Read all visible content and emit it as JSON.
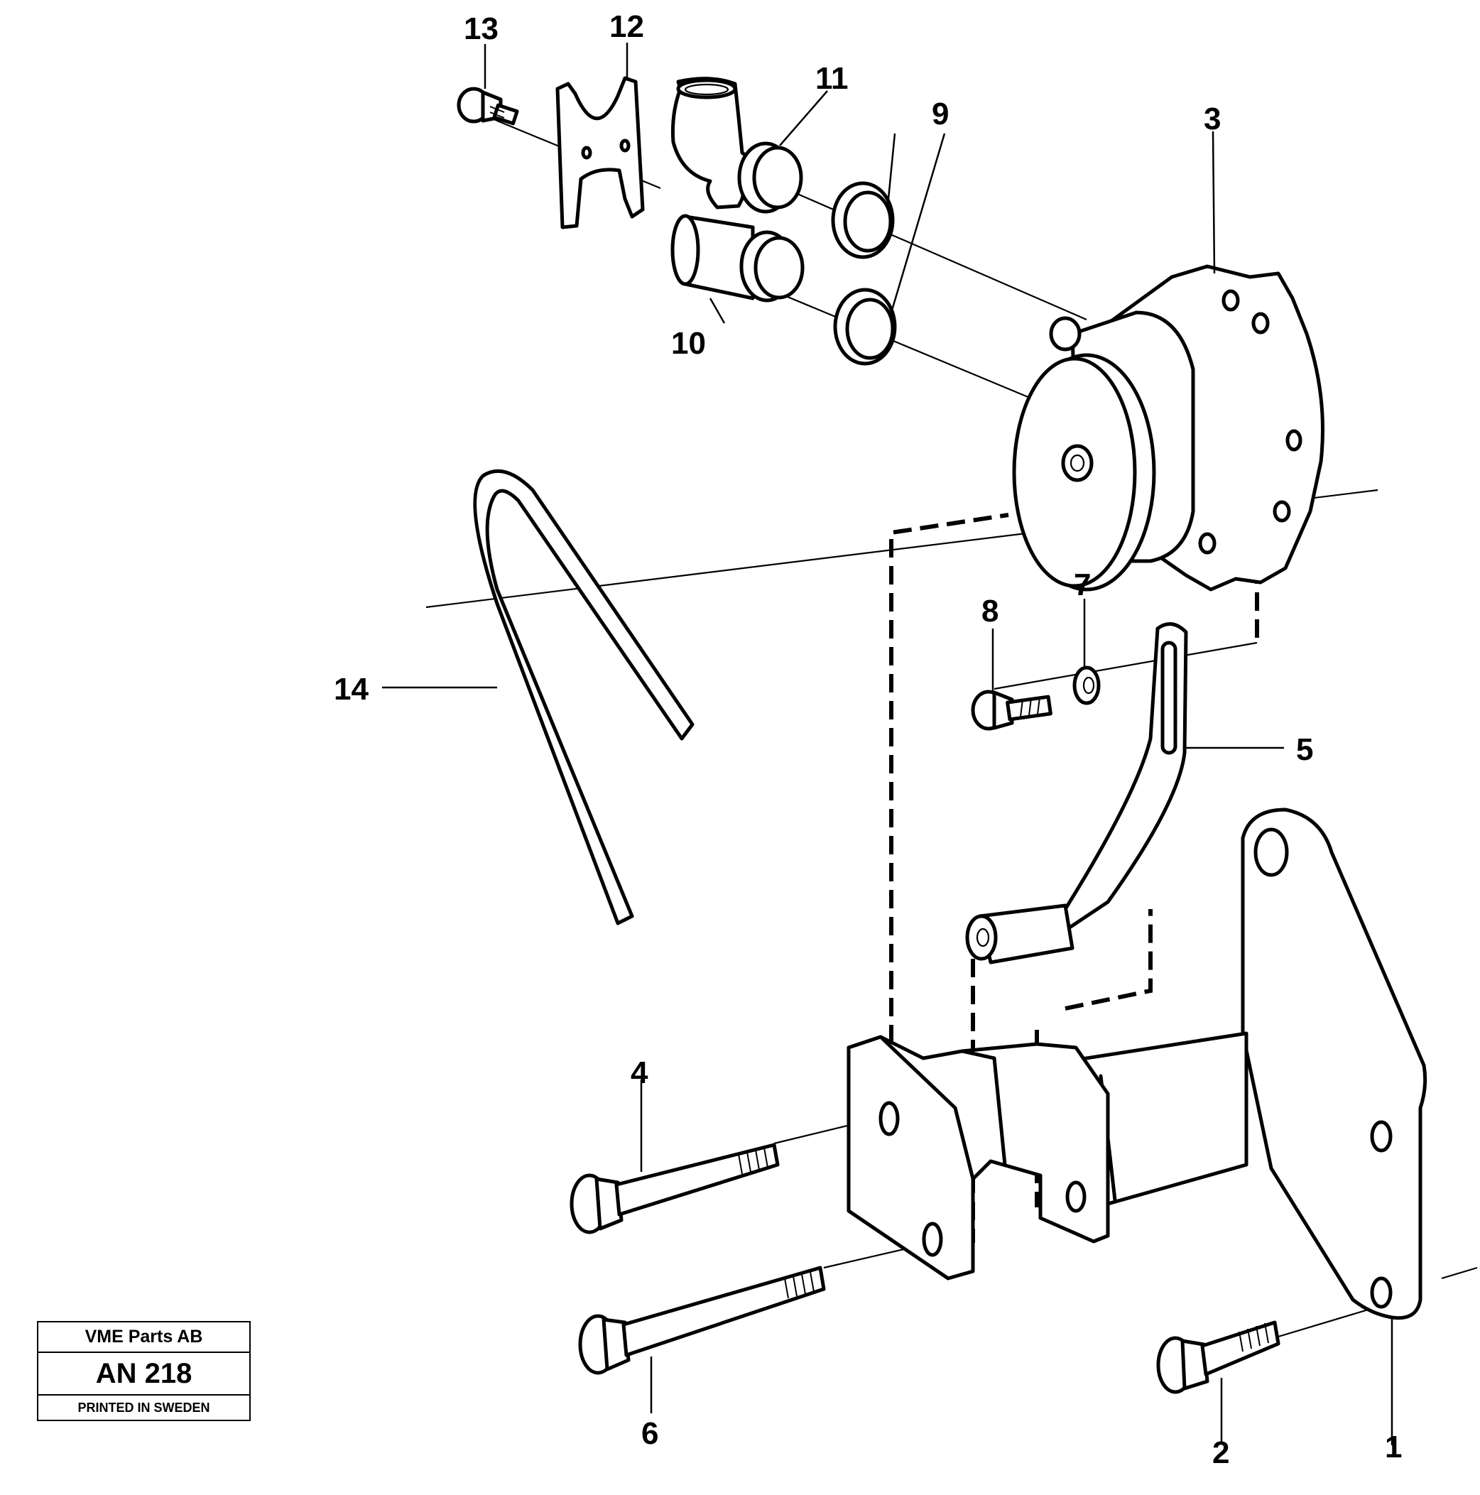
{
  "title_block": {
    "company": "VME Parts AB",
    "code": "AN 218",
    "printed": "PRINTED IN SWEDEN"
  },
  "callouts": {
    "c1": "1",
    "c2": "2",
    "c3": "3",
    "c4": "4",
    "c5": "5",
    "c6": "6",
    "c7": "7",
    "c8": "8",
    "c9": "9",
    "c10": "10",
    "c11": "11",
    "c12": "12",
    "c13": "13",
    "c14": "14"
  }
}
